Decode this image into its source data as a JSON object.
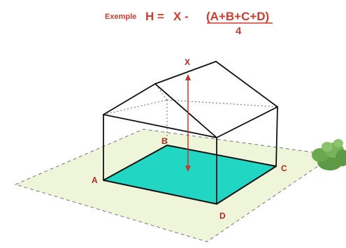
{
  "formula": {
    "prefix": "Exemple",
    "lhs": "H =",
    "x_term": "X -",
    "numerator": "(A+B+C+D)",
    "denominator": "4"
  },
  "labels": {
    "x": "X",
    "a": "A",
    "b": "B",
    "c": "C",
    "d": "D"
  },
  "colors": {
    "ground_fill": "#eef5d9",
    "floor_fill": "#22d6c4",
    "formula_red": "#d23a2c",
    "label_red": "#b3261e",
    "arrow_red": "#c0392b",
    "bush_green": "#6aa84f"
  }
}
